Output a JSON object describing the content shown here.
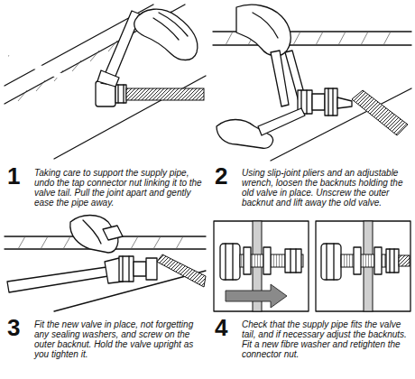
{
  "diagram": {
    "labels": [
      "1",
      "Taking care to support the supply pipe, undo the tap connector nut linking it to the valve tail. Pull the joint apart and gently ease the pipe away.",
      "2",
      "Using slip-joint pliers and an adjustable wrench, loosen the backnuts holding the old valve in place. Unscrew the outer backnut and lift away the old valve.",
      "3",
      "Fit the new valve in place, not forgetting any sealing washers, and screw on the outer backnut. Hold the valve upright as you tighten it.",
      "4",
      "Check that the supply pipe fits the valve tail, and if necessary adjust the backnuts. Fit a new fibre washer and retighten the connector nut."
    ]
  }
}
